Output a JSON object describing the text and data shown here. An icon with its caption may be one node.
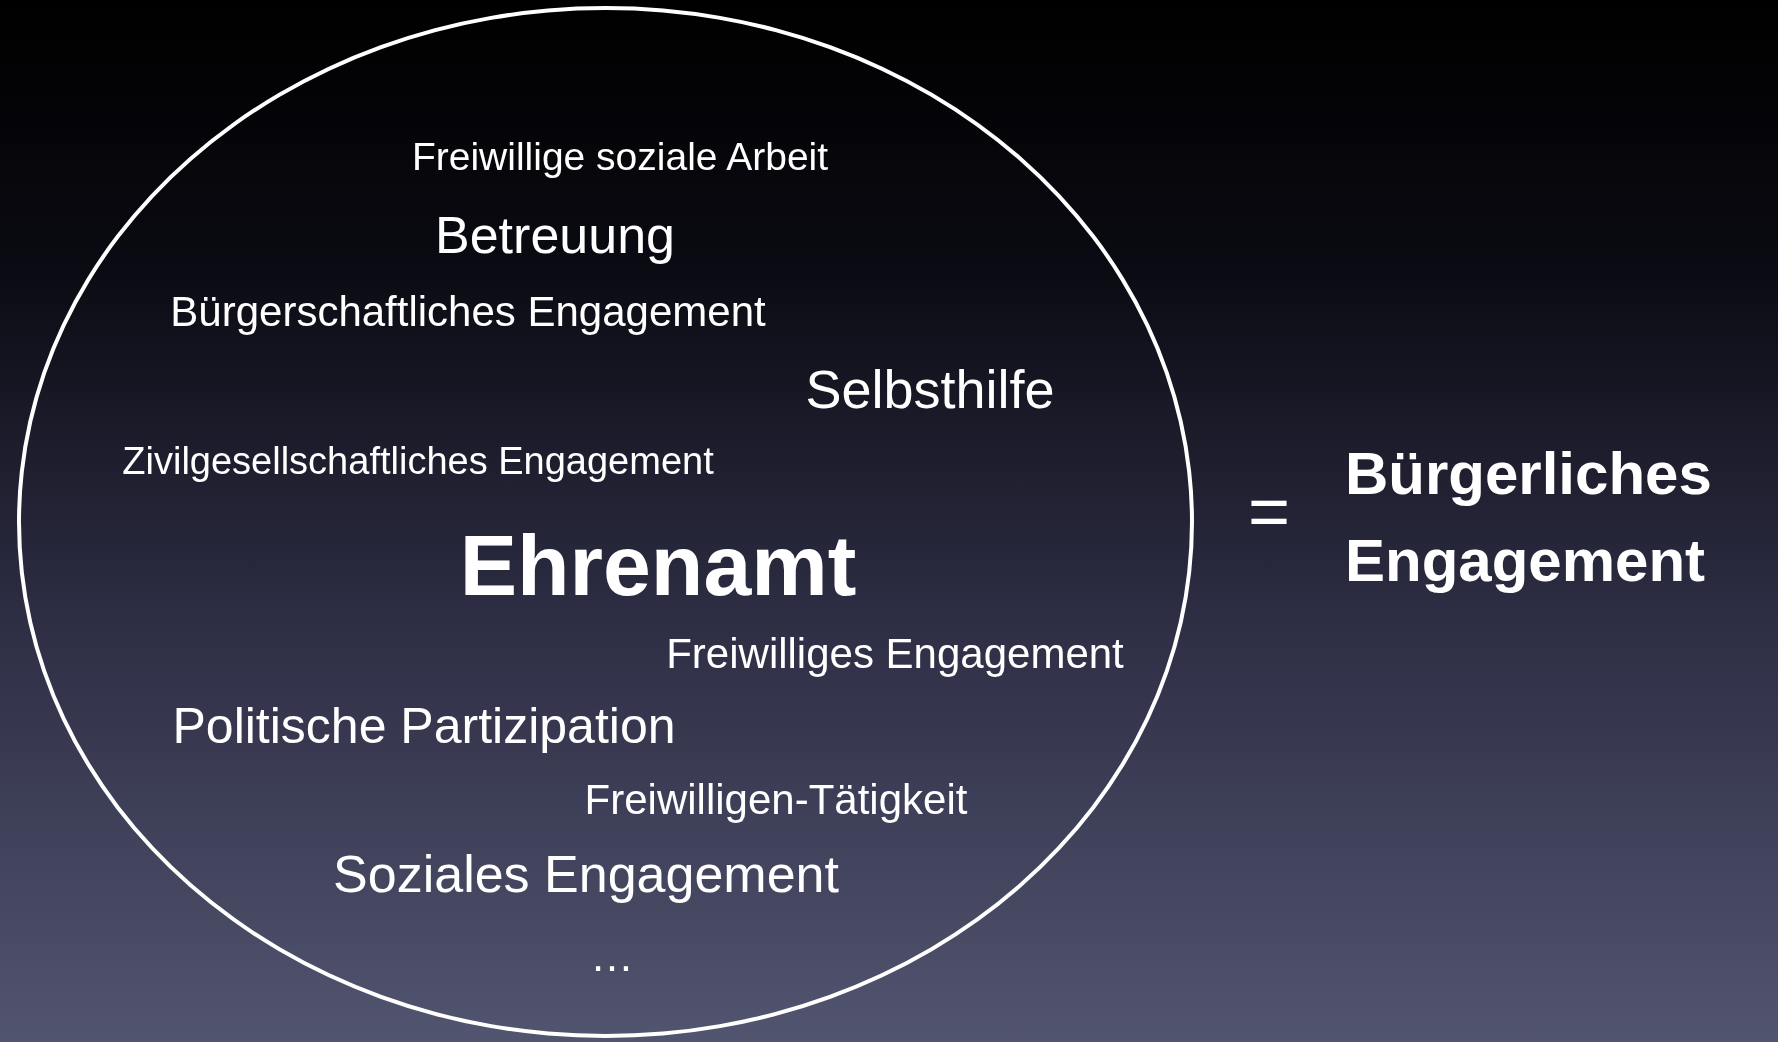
{
  "diagram": {
    "nodes": [
      {
        "text": [
          "Freiwillige soziale Arbeit",
          "Betreuung",
          "Bürgerschaftliches Engagement",
          "Selbsthilfe",
          "Zivilgesellschaftliches Engagement",
          "Ehrenamt",
          "Freiwilliges Engagement",
          "Politische Partizipation",
          "Freiwilligen-Tätigkeit",
          "Soziales Engagement",
          "…"
        ]
      }
    ],
    "edges": [],
    "labels": [
      "=",
      "Bürgerliches Engagement"
    ]
  }
}
